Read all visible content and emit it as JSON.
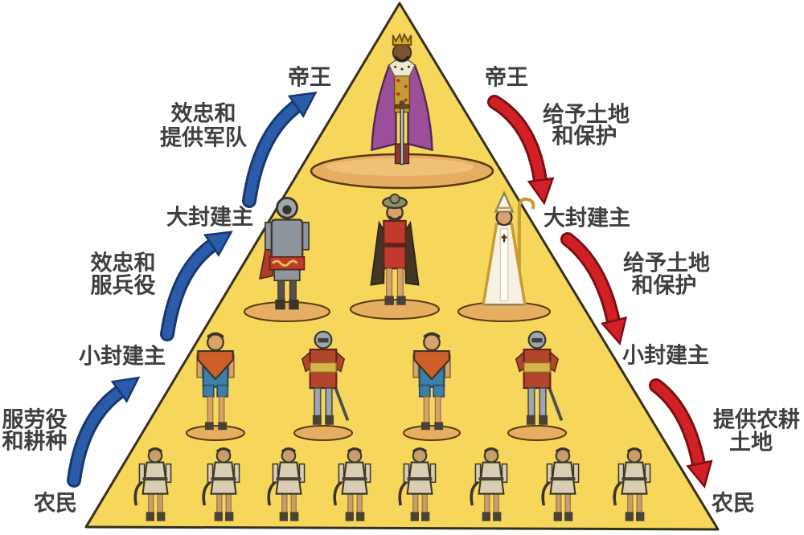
{
  "diagram_type": "feudal-hierarchy-pyramid",
  "colors": {
    "background": "#ffffff",
    "pyramid_fill": "#F6D75B",
    "pyramid_border": "#35301E",
    "blue_arrow": "#2A5CAA",
    "red_arrow": "#D22027",
    "label_text": "#3F3F3F",
    "platform_fill": "#E6AE62"
  },
  "labels": {
    "left": {
      "king": "帝王",
      "great_lord": "大封建主",
      "lesser_lord": "小封建主",
      "peasant": "农民"
    },
    "right": {
      "king": "帝王",
      "great_lord": "大封建主",
      "lesser_lord": "小封建主",
      "peasant": "农民"
    },
    "left_arrows": [
      {
        "line1": "效忠和",
        "line2": "提供军队"
      },
      {
        "line1": "效忠和",
        "line2": "服兵役"
      },
      {
        "line1": "服劳役",
        "line2": "和耕种"
      }
    ],
    "right_arrows": [
      {
        "line1": "给予土地",
        "line2": "和保护"
      },
      {
        "line1": "给予土地",
        "line2": "和保护"
      },
      {
        "line1": "提供农耕",
        "line2": "土地"
      }
    ]
  },
  "figures": {
    "tier1": [
      "king-figure"
    ],
    "tier2": [
      "knight-figure",
      "noble-figure",
      "bishop-figure"
    ],
    "tier3": [
      "squire-figure",
      "knight-figure",
      "squire-figure",
      "knight-figure"
    ],
    "tier4": {
      "type": "peasant-figure",
      "count": 8
    }
  }
}
